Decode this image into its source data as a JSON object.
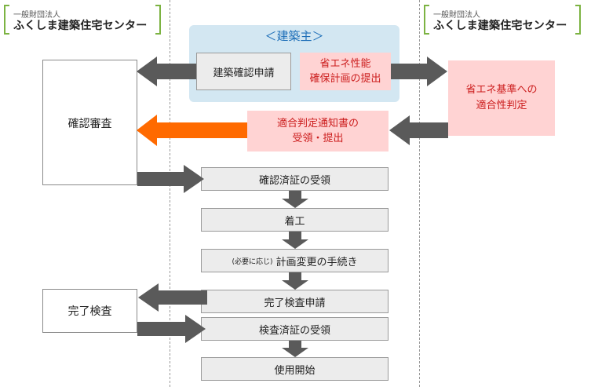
{
  "logo": {
    "org_type": "一般財団法人",
    "name": "ふくしま建築住宅センター"
  },
  "owner": {
    "title": "＜建築主＞",
    "application": "建築確認申請",
    "energy_plan": [
      "省エネ性能",
      "確保計画の提出"
    ]
  },
  "left_column": {
    "review": "確認審査",
    "final_inspection": "完了検査"
  },
  "right_column": {
    "energy_judgement": [
      "省エネ基準への",
      "適合性判定"
    ]
  },
  "notice": [
    "適合判定通知書の",
    "受領・提出"
  ],
  "steps": {
    "receive_certificate": "確認済証の受領",
    "start_work": "着工",
    "plan_change_note": "(必要に応じ)",
    "plan_change": "計画変更の手続き",
    "completion_application": "完了検査申請",
    "receive_inspection_certificate": "検査済証の受領",
    "start_use": "使用開始"
  },
  "colors": {
    "accent_orange": "#ff6a00",
    "arrow_gray": "#5a5a5a",
    "owner_blue": "#d3e7f2",
    "pink": "#ffd3d3",
    "red_text": "#cc1e1e",
    "logo_green": "#7cb342"
  }
}
